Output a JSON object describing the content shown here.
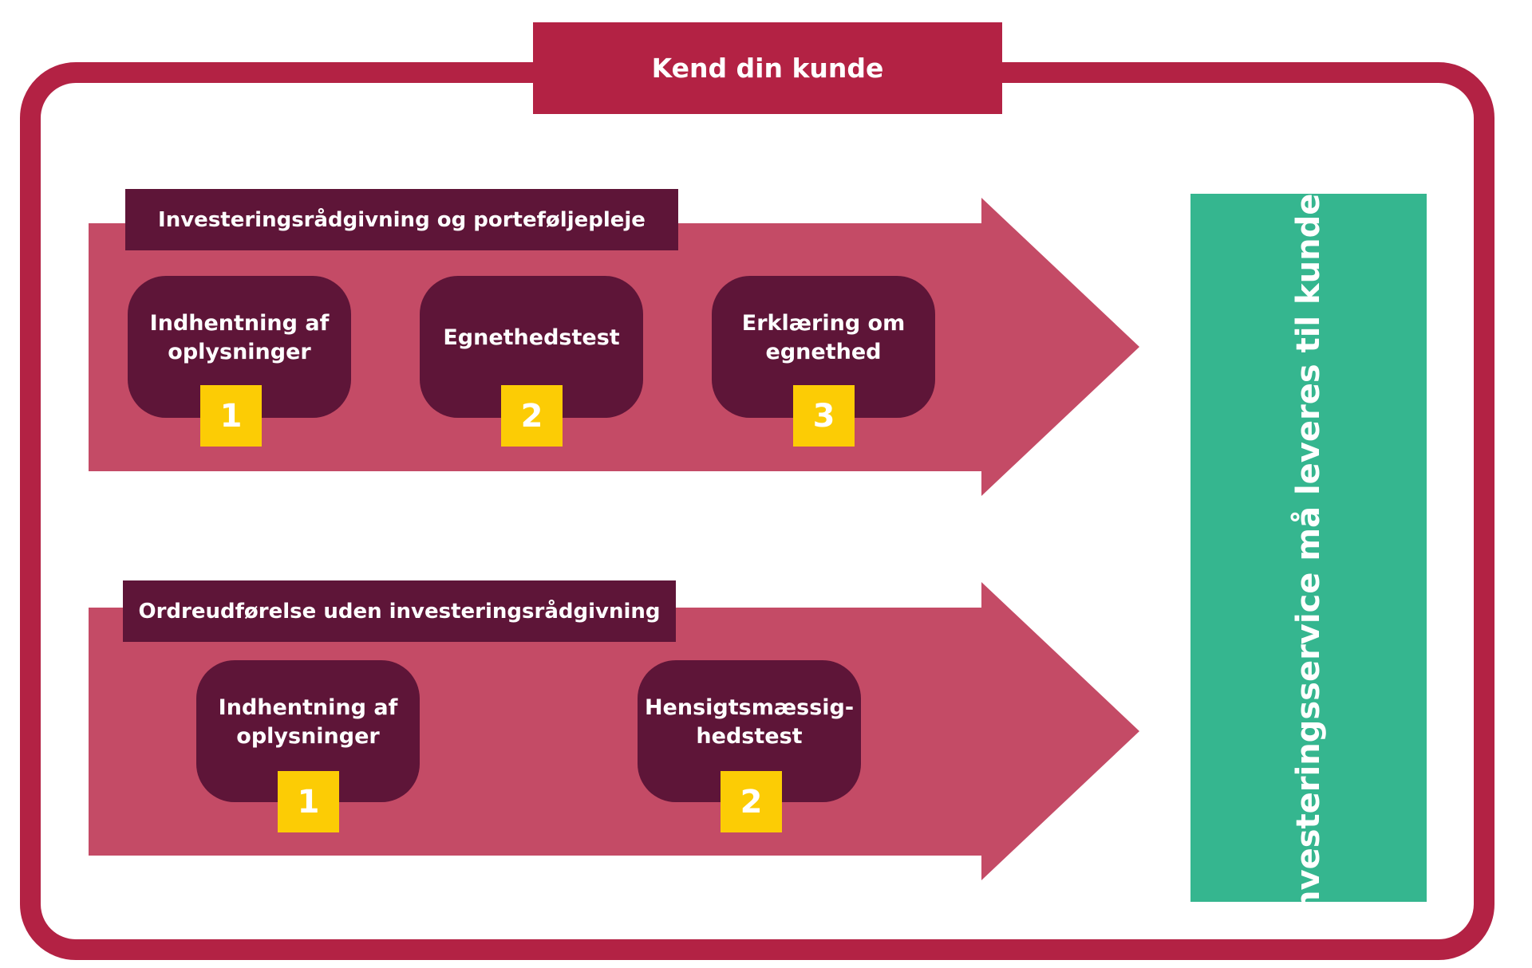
{
  "header": {
    "title": "Kend din kunde"
  },
  "colors": {
    "frame": "#b32244",
    "arrow": "#c44b66",
    "dark_box": "#5e1538",
    "badge": "#fccc05",
    "result": "#35b68f"
  },
  "flow_advisory": {
    "label": "Investeringsrådgivning og porteføljepleje",
    "steps": [
      {
        "text": "Indhentning af oplysninger",
        "number": "1"
      },
      {
        "text": "Egnethedstest",
        "number": "2"
      },
      {
        "text": "Erklæring om egnethed",
        "number": "3"
      }
    ]
  },
  "flow_execution": {
    "label": "Ordreudførelse uden investeringsrådgivning",
    "steps": [
      {
        "text": "Indhentning af oplysninger",
        "number": "1"
      },
      {
        "text": "Hensigtsmæssig-hedstest",
        "number": "2"
      }
    ]
  },
  "result": {
    "text": "Investeringsservice må leveres til kunden"
  }
}
